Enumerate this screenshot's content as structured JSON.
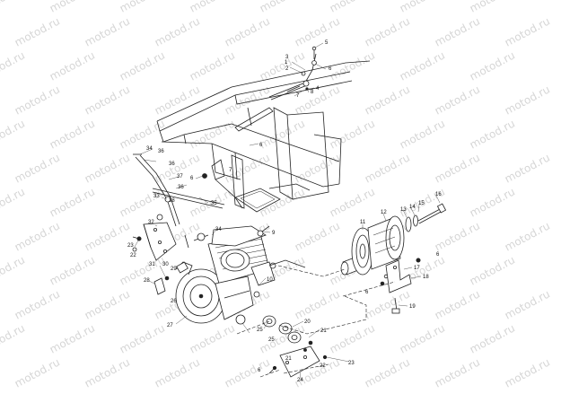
{
  "watermark": {
    "text": "motod.ru"
  },
  "callouts": [
    {
      "id": "c1",
      "text": "1"
    },
    {
      "id": "c2",
      "text": "2"
    },
    {
      "id": "c3",
      "text": "3"
    },
    {
      "id": "c4",
      "text": "4"
    },
    {
      "id": "c5",
      "text": "5"
    },
    {
      "id": "c6",
      "text": "6"
    },
    {
      "id": "c7",
      "text": "7"
    },
    {
      "id": "c8",
      "text": "8"
    },
    {
      "id": "c9",
      "text": "9"
    },
    {
      "id": "c10",
      "text": "10"
    },
    {
      "id": "c11",
      "text": "11"
    },
    {
      "id": "c12",
      "text": "12"
    },
    {
      "id": "c13",
      "text": "13"
    },
    {
      "id": "c14",
      "text": "14"
    },
    {
      "id": "c15",
      "text": "15"
    },
    {
      "id": "c16",
      "text": "16"
    },
    {
      "id": "c17",
      "text": "17"
    },
    {
      "id": "c18",
      "text": "18"
    },
    {
      "id": "c19",
      "text": "19"
    },
    {
      "id": "c20",
      "text": "20"
    },
    {
      "id": "c21",
      "text": "21"
    },
    {
      "id": "c22",
      "text": "22"
    },
    {
      "id": "c23",
      "text": "23"
    },
    {
      "id": "c24",
      "text": "24"
    },
    {
      "id": "c25",
      "text": "25"
    },
    {
      "id": "c26",
      "text": "26"
    },
    {
      "id": "c27",
      "text": "27"
    },
    {
      "id": "c28",
      "text": "28"
    },
    {
      "id": "c29",
      "text": "29"
    },
    {
      "id": "c30",
      "text": "30"
    },
    {
      "id": "c31",
      "text": "31"
    },
    {
      "id": "c32",
      "text": "32"
    },
    {
      "id": "c33",
      "text": "33"
    },
    {
      "id": "c34",
      "text": "34"
    },
    {
      "id": "c35",
      "text": "35"
    },
    {
      "id": "c36",
      "text": "36"
    },
    {
      "id": "c37",
      "text": "37"
    },
    {
      "id": "c38",
      "text": "38"
    }
  ]
}
